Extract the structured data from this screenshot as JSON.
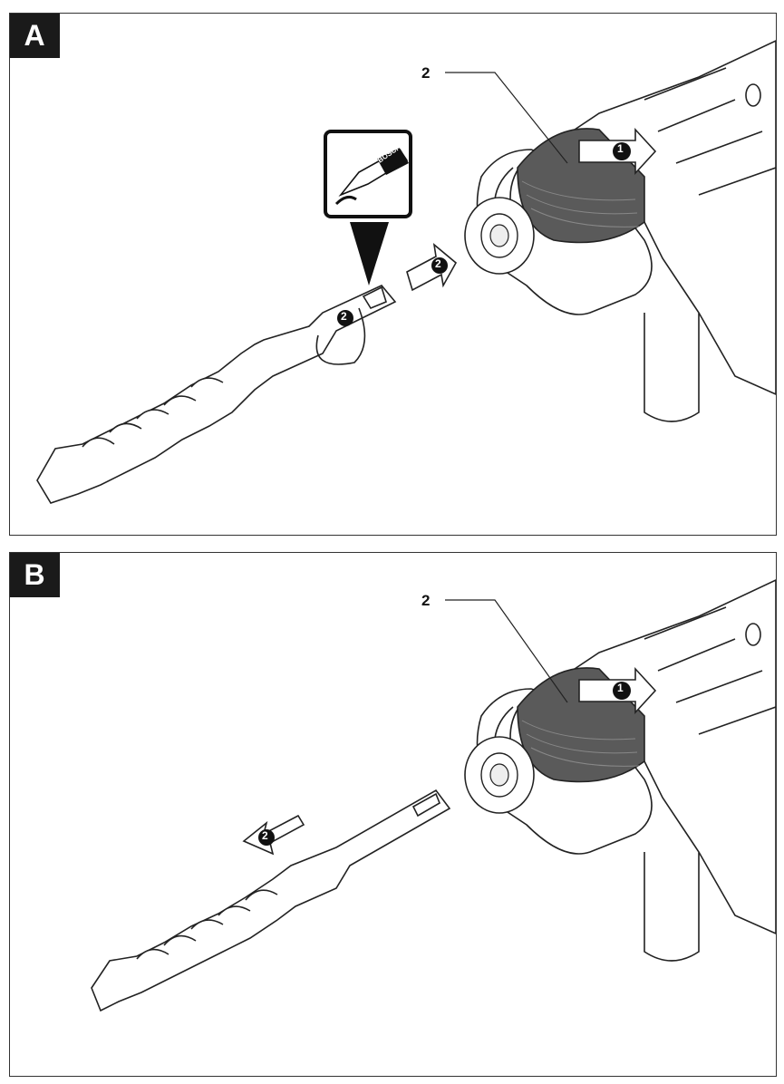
{
  "panels": [
    {
      "label": "A",
      "callout": "2",
      "step_chuck": "1",
      "step_bit": "2",
      "tube_brand": "BOSCH"
    },
    {
      "label": "B",
      "callout": "2",
      "step_chuck": "1",
      "step_bit": "2"
    }
  ],
  "colors": {
    "chuck_sleeve": "#5a5a5a",
    "line": "#222222",
    "tag_bg": "#1a1a1a"
  }
}
